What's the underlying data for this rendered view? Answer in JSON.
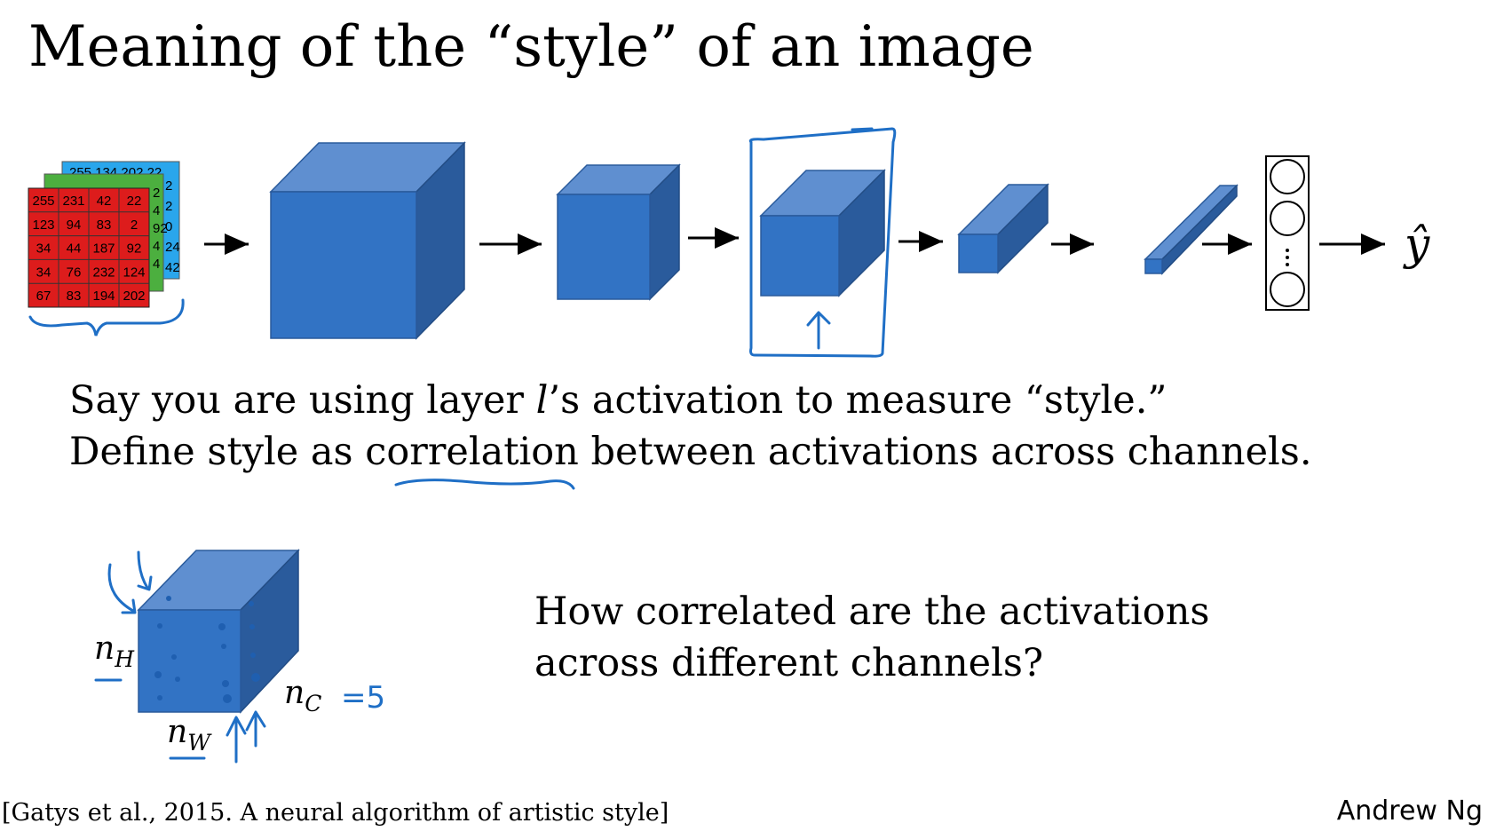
{
  "slide": {
    "title": "Meaning of the “style” of an image",
    "statement": {
      "line1_before": "Say you are using layer ",
      "line1_var": "l",
      "line1_after": "’s activation to measure “style.”",
      "line2_before": "Define style as ",
      "line2_emph": "correlation",
      "line2_after": " between activations across channels."
    },
    "question": {
      "line1": "How correlated are the activations",
      "line2": "across different channels?"
    },
    "citation": "[Gatys et al., 2015. A neural algorithm of artistic style]",
    "author": "Andrew Ng"
  },
  "input_image": {
    "red_channel": [
      [
        "255",
        "231",
        "42",
        "22"
      ],
      [
        "123",
        "94",
        "83",
        "2"
      ],
      [
        "34",
        "44",
        "187",
        "92"
      ],
      [
        "34",
        "76",
        "232",
        "124"
      ],
      [
        "67",
        "83",
        "194",
        "202"
      ]
    ],
    "green_visible": [
      "2",
      "4",
      "92",
      "4",
      "4"
    ],
    "blue_visible": [
      "2",
      "2",
      "0",
      "24",
      "42"
    ],
    "blue_top_partial": "255 134 202 22",
    "colors": {
      "red": "#dd1c1c",
      "green": "#4caf3f",
      "blue": "#2aa6ec"
    }
  },
  "network": {
    "output_label": "ŷ",
    "cube_colors": {
      "front": "#3273c4",
      "top": "#5f8fd0",
      "side": "#2a5b9c"
    }
  },
  "volume": {
    "height_label": "n",
    "height_sub": "H",
    "width_label": "n",
    "width_sub": "W",
    "channels_label": "n",
    "channels_sub": "C",
    "channels_value": "=5"
  },
  "colors": {
    "annotation": "#1f6fc6",
    "text": "#000000"
  }
}
